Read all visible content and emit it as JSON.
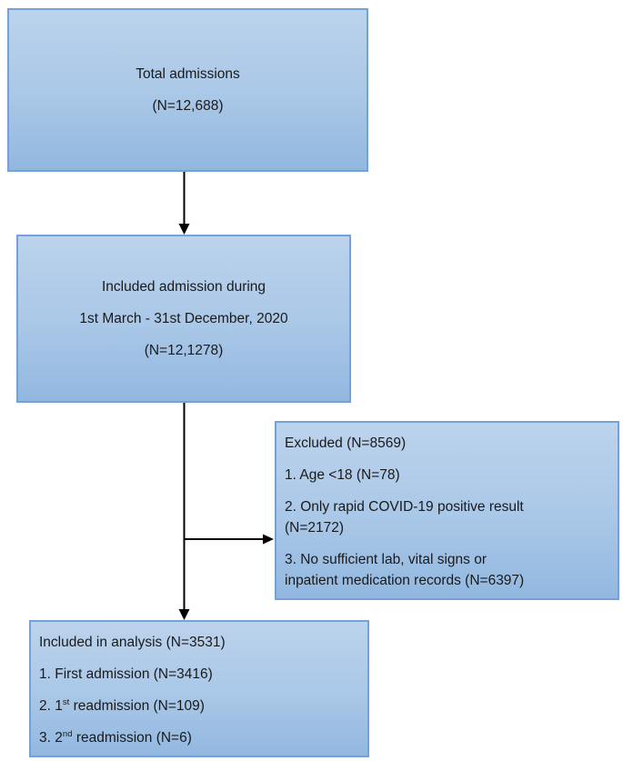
{
  "diagram_title": "Admission inclusion flow diagram",
  "colors": {
    "box_fill_top": "#bcd3ec",
    "box_fill_bottom": "#92b8e0",
    "box_border": "#74a2d8",
    "arrow": "#000000",
    "background": "#ffffff",
    "text": "#1a1a1a"
  },
  "boxes": {
    "total": {
      "line1": "Total admissions",
      "line2": "(N=12,688)"
    },
    "included": {
      "line1": "Included admission during",
      "line2": "1st March - 31st December, 2020",
      "line3": "(N=12,1278)"
    },
    "excluded": {
      "title": "Excluded (N=8569)",
      "items": [
        {
          "lines": [
            "1. Age <18 (N=78)"
          ]
        },
        {
          "lines": [
            "2. Only rapid COVID-19 positive result",
            "(N=2172)"
          ]
        },
        {
          "lines": [
            "3. No sufficient lab, vital signs or",
            "inpatient medication records (N=6397)"
          ]
        }
      ]
    },
    "analysis": {
      "title": "Included in analysis (N=3531)",
      "item1": "1. First admission (N=3416)",
      "item2": {
        "pre": "2. 1",
        "sup": "st",
        "post": " readmission (N=109)"
      },
      "item3": {
        "pre": "3. 2",
        "sup": "nd",
        "post": " readmission (N=6)"
      }
    }
  }
}
